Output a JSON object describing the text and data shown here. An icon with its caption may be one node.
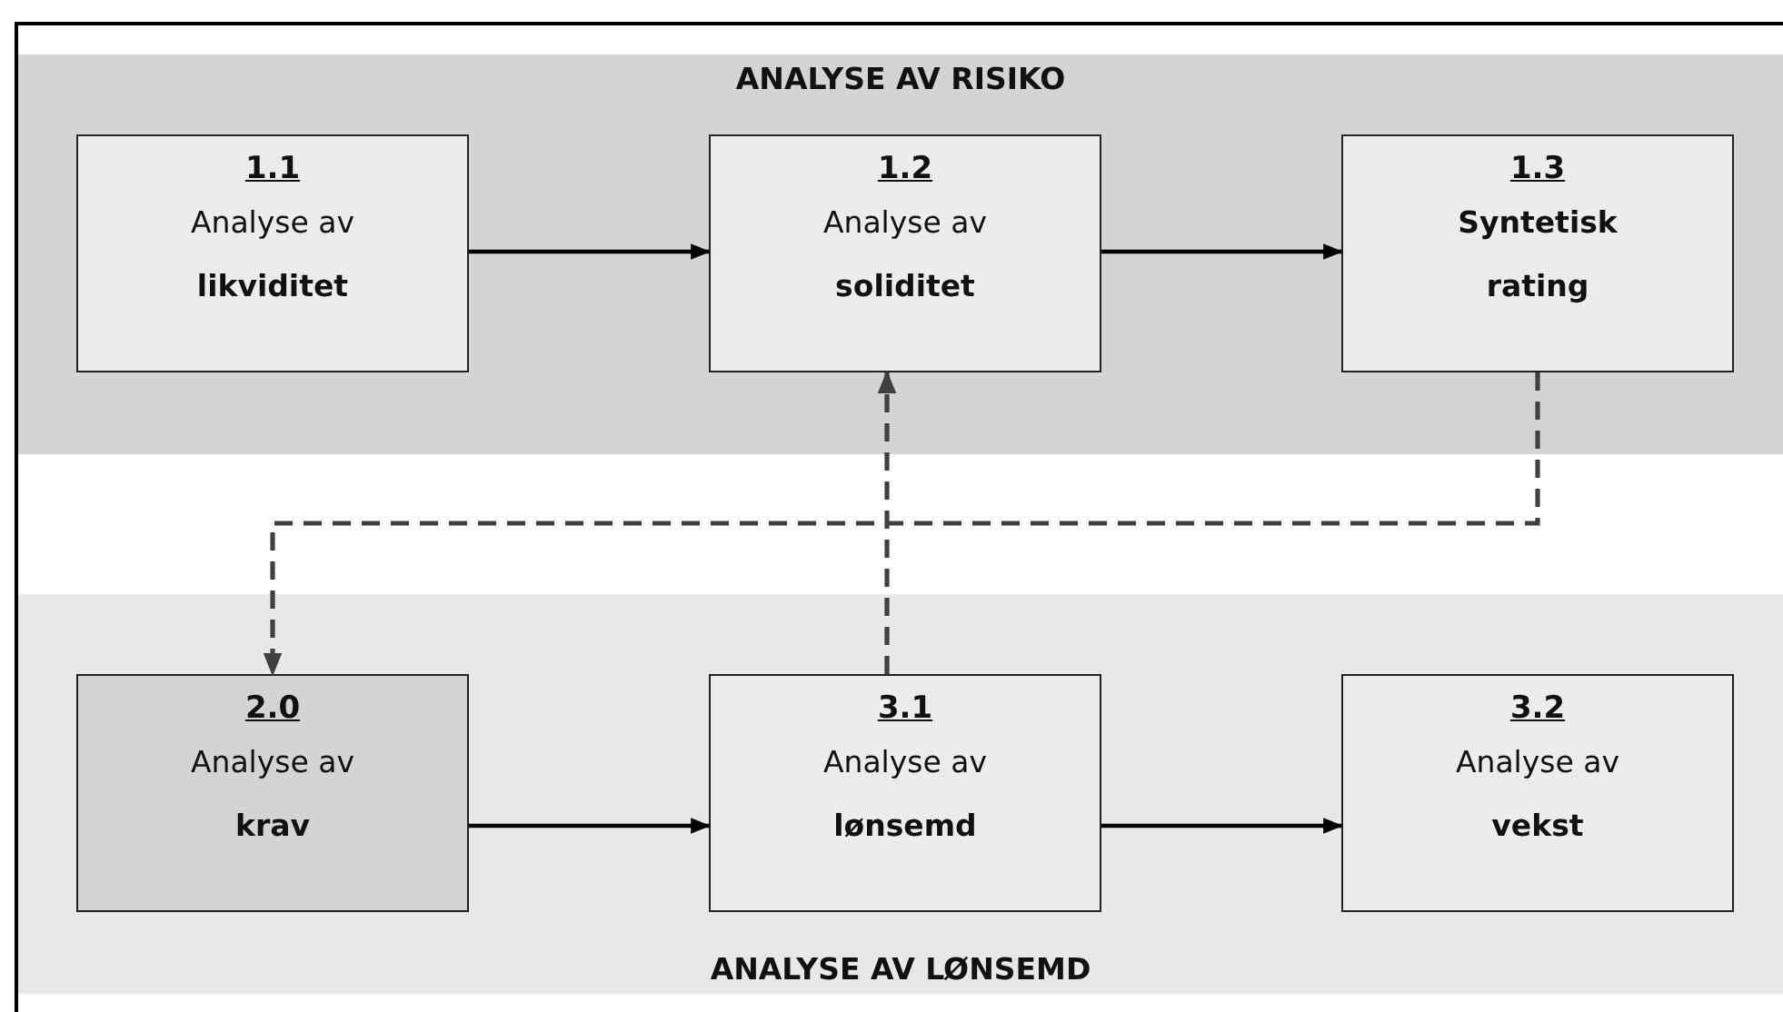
{
  "diagram": {
    "nodes": [
      {
        "text": [
          "ANALYSE AV RISIKO"
        ]
      },
      {
        "text": [
          "1.1",
          "Analyse av **likviditet**"
        ],
        "in": 0
      },
      {
        "text": [
          "1.2",
          "Analyse av **soliditet**"
        ],
        "in": 0
      },
      {
        "text": [
          "1.3",
          "Syntetisk rating"
        ],
        "in": 0
      },
      {
        "text": [
          "ANALYSE AV LØNSEMD"
        ]
      },
      {
        "text": [
          "2.0",
          "Analyse av **krav**"
        ],
        "in": 4
      },
      {
        "text": [
          "3.1",
          "Analyse av **lønsemd**"
        ],
        "in": 4
      },
      {
        "text": [
          "3.2",
          "Analyse av **vekst**"
        ],
        "in": 4
      }
    ],
    "edges": [
      {
        "from": 1,
        "to": 2,
        "arrow": "to"
      },
      {
        "from": 2,
        "to": 3,
        "arrow": "to"
      },
      {
        "from": 3,
        "to": 5,
        "arrow": "to",
        "style": "dashed",
        "color": "#404040"
      },
      {
        "from": 6,
        "to": 2,
        "arrow": "to",
        "style": "dashed",
        "color": "#404040"
      },
      {
        "from": 5,
        "to": 6,
        "arrow": "to"
      },
      {
        "from": 6,
        "to": 7,
        "arrow": "to"
      }
    ]
  }
}
